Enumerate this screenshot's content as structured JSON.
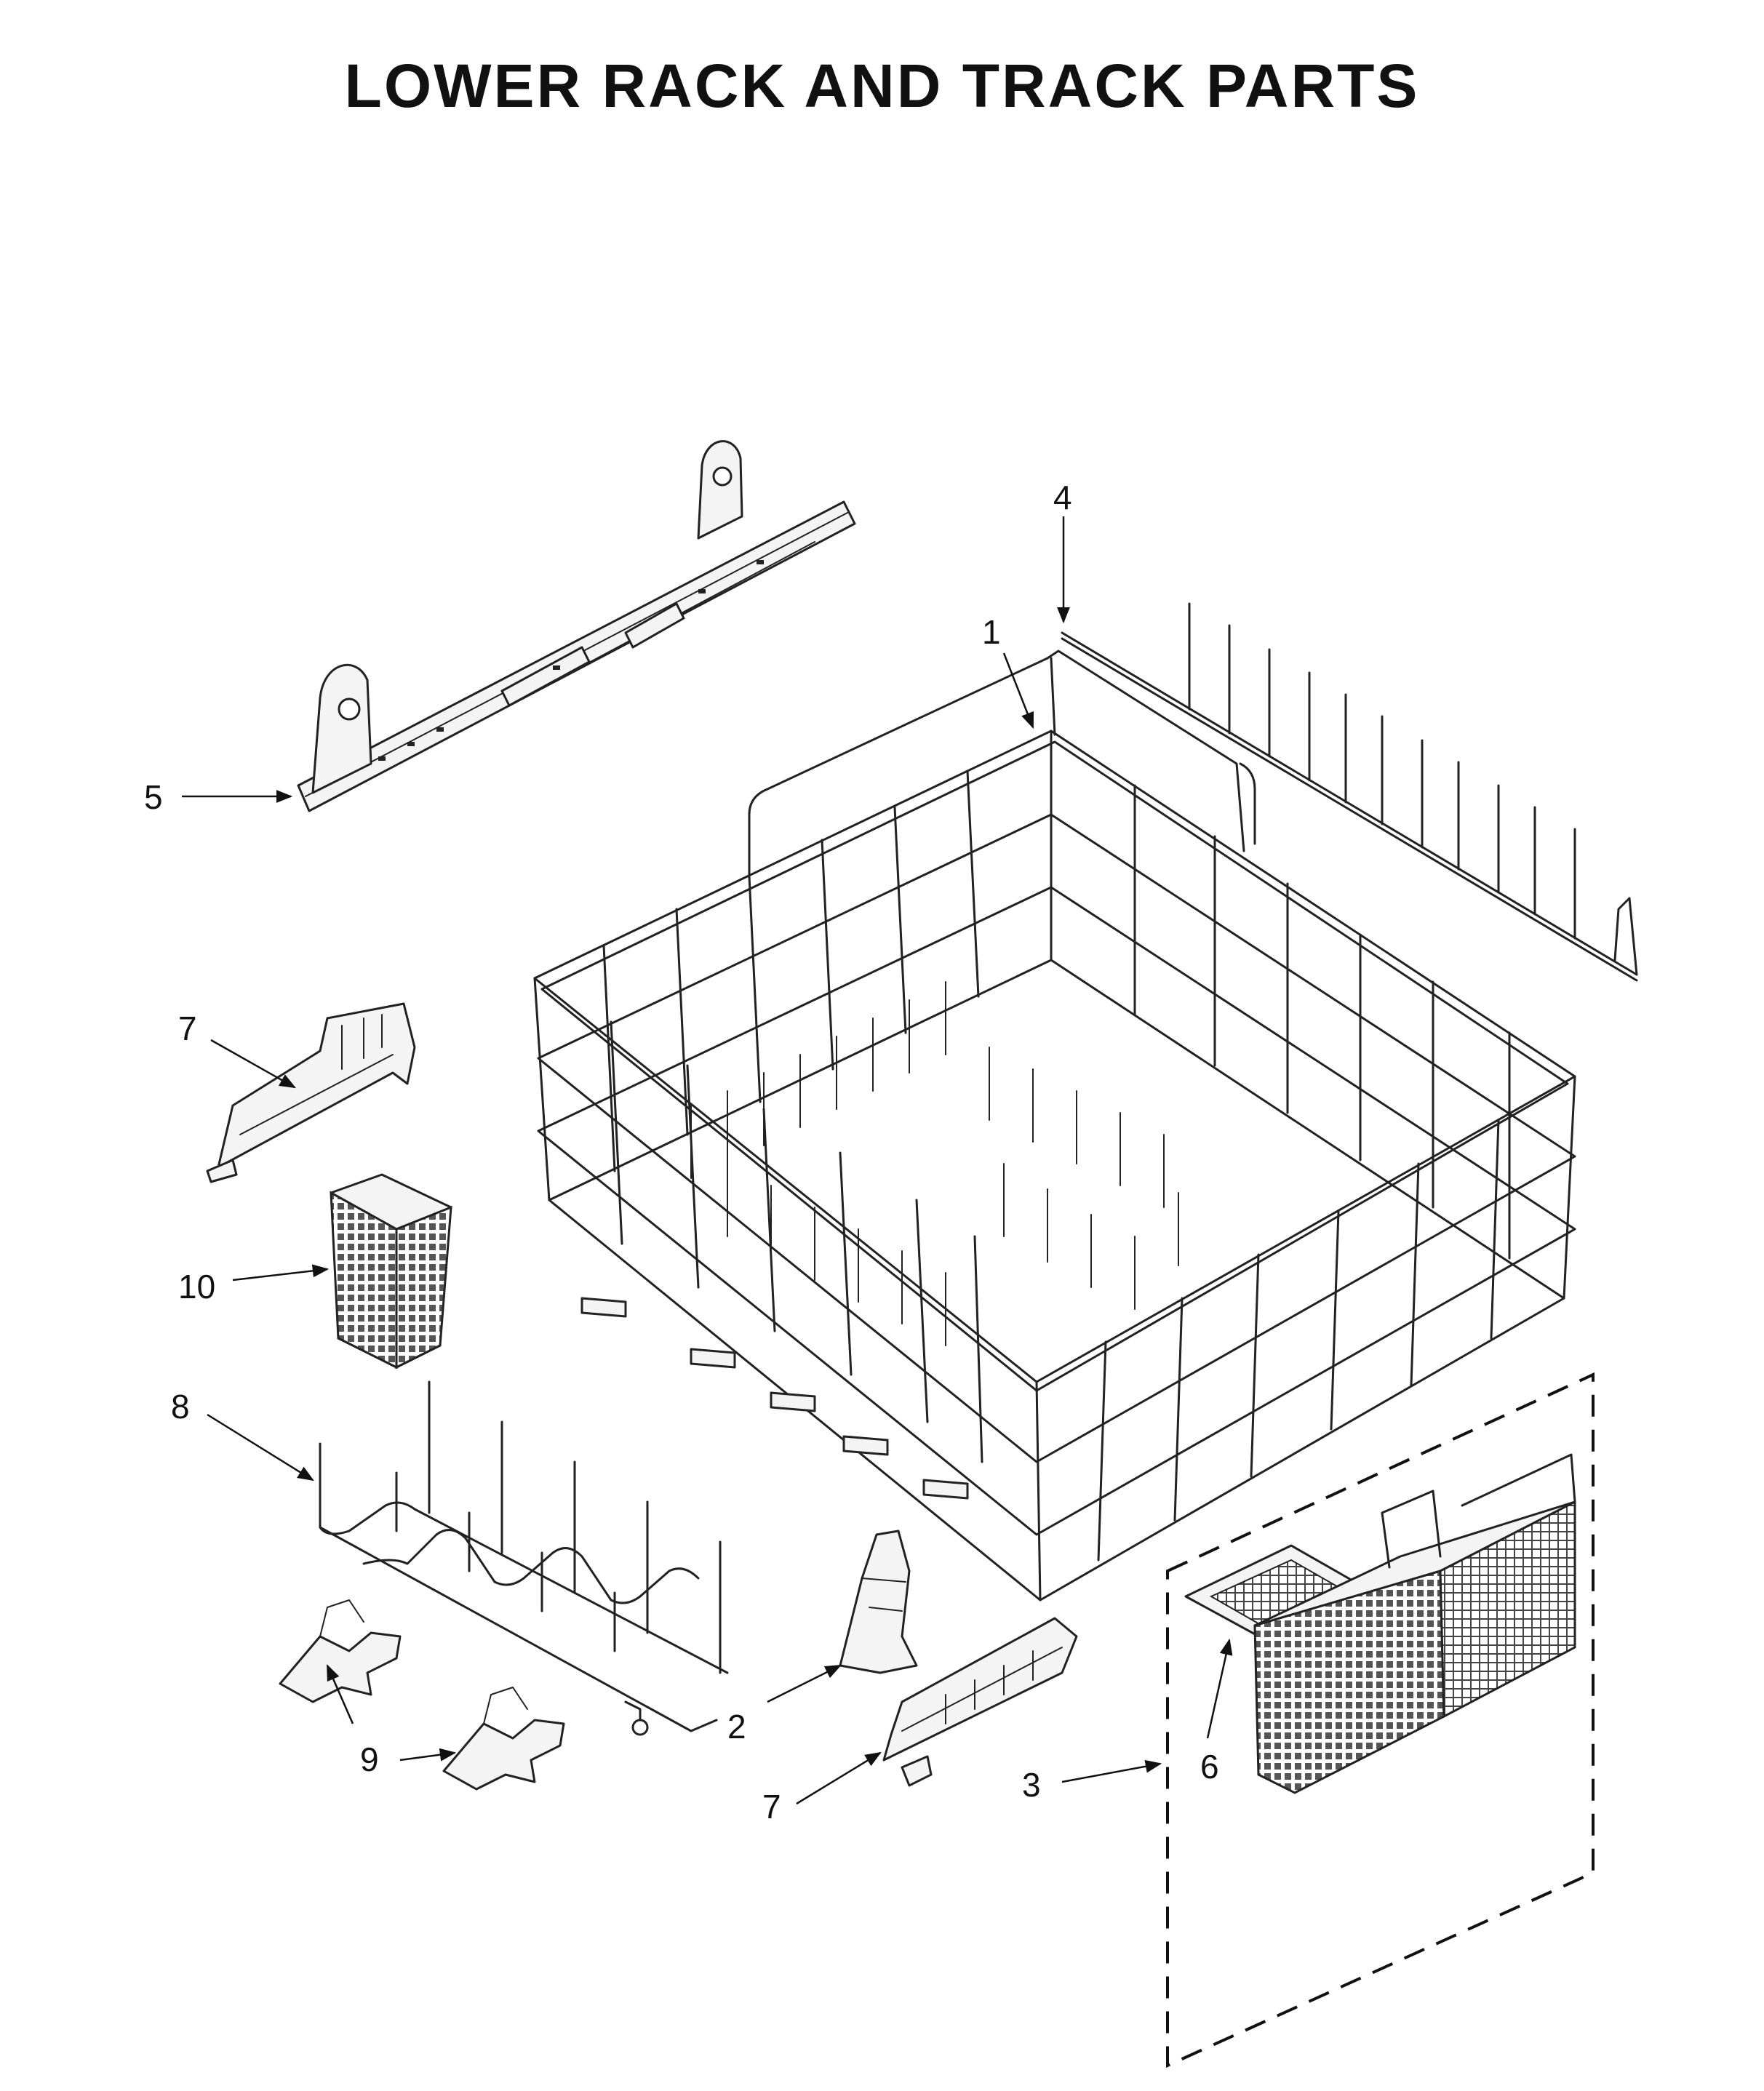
{
  "title": "LOWER RACK AND TRACK PARTS",
  "callouts": [
    {
      "id": "c1",
      "label": "1"
    },
    {
      "id": "c2",
      "label": "2"
    },
    {
      "id": "c3",
      "label": "3"
    },
    {
      "id": "c4",
      "label": "4"
    },
    {
      "id": "c5",
      "label": "5"
    },
    {
      "id": "c6",
      "label": "6"
    },
    {
      "id": "c7a",
      "label": "7"
    },
    {
      "id": "c7b",
      "label": "7"
    },
    {
      "id": "c8",
      "label": "8"
    },
    {
      "id": "c9",
      "label": "9"
    },
    {
      "id": "c10",
      "label": "10"
    }
  ]
}
